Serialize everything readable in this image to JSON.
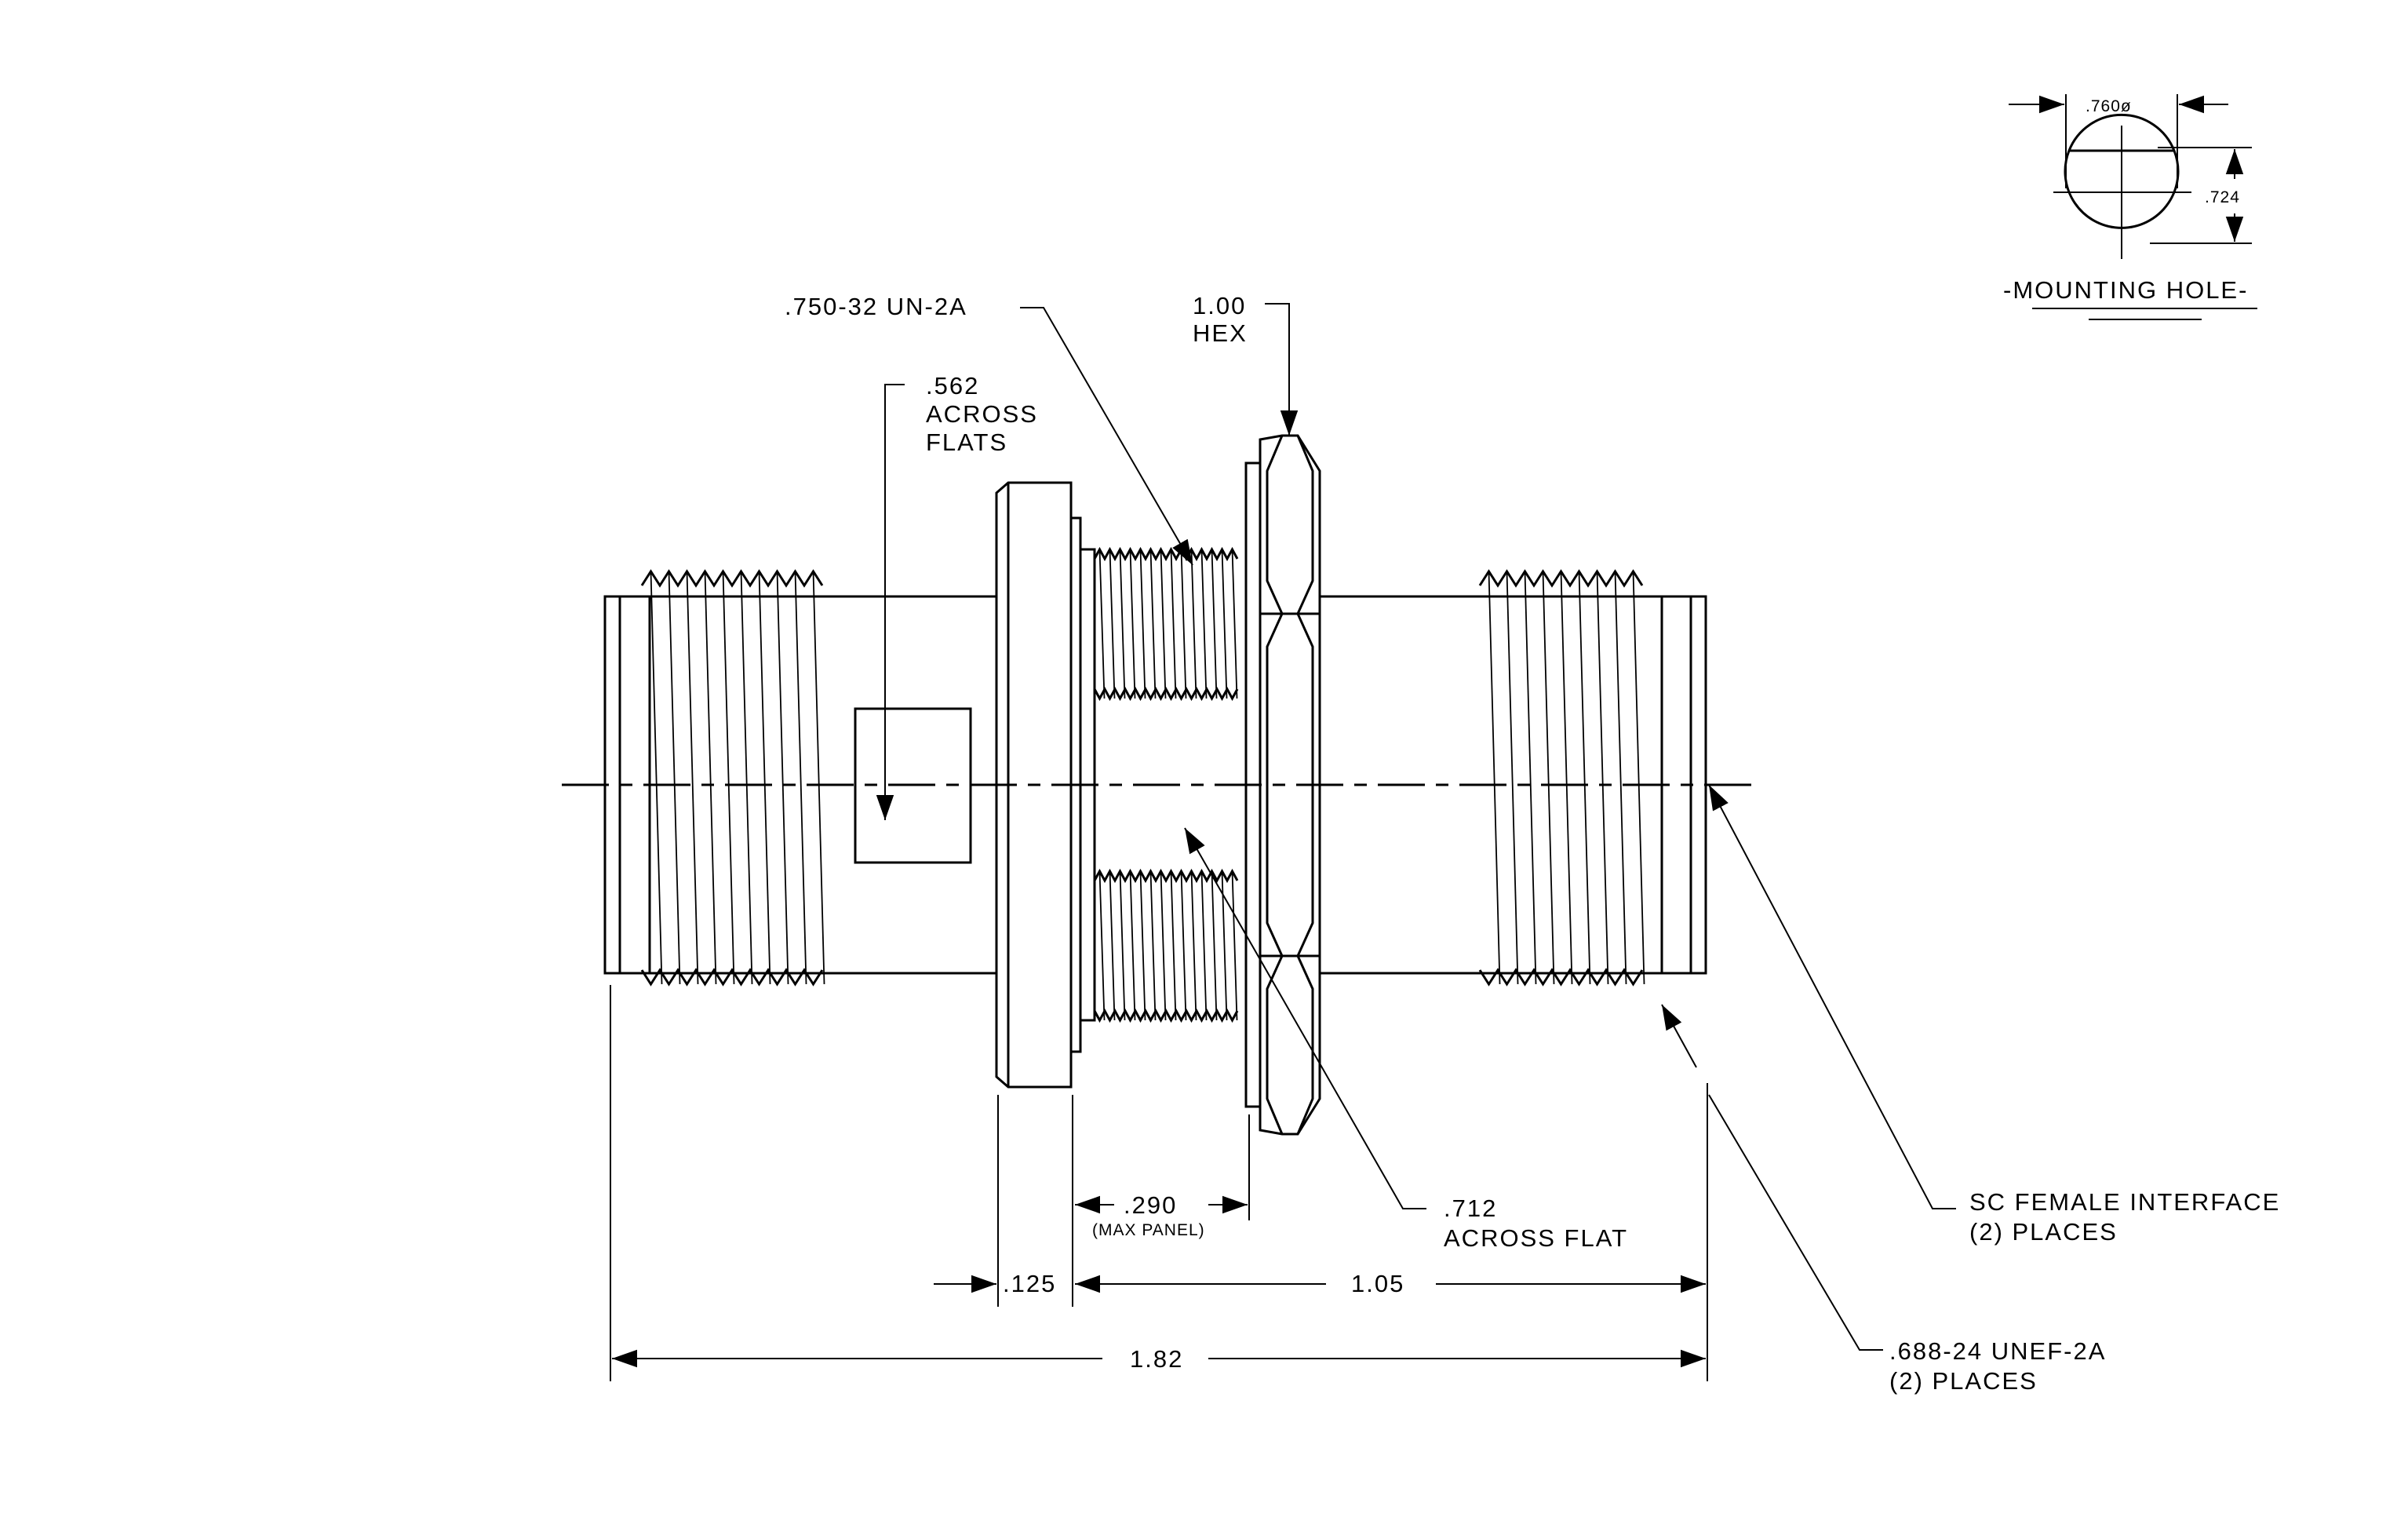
{
  "colors": {
    "background": "#ffffff",
    "ink": "#000000"
  },
  "mounting_hole": {
    "diameter": ".760ø",
    "flat": ".724",
    "title": "-MOUNTING HOLE-"
  },
  "callouts": {
    "thread_750": ".750-32 UN-2A",
    "hex_size": "1.00",
    "hex_label": "HEX",
    "flats_562_value": ".562",
    "flats_562_l1": "ACROSS",
    "flats_562_l2": "FLATS",
    "flat_712_value": ".712",
    "flat_712_label": "ACROSS FLAT",
    "sc_interface_l1": "SC FEMALE INTERFACE",
    "sc_interface_l2": "(2)  PLACES",
    "thread_688_l1": ".688-24 UNEF-2A",
    "thread_688_l2": "(2)  PLACES"
  },
  "dimensions": {
    "panel_value": ".290",
    "panel_note": "(MAX PANEL)",
    "flange": ".125",
    "body_right": "1.05",
    "overall": "1.82"
  }
}
